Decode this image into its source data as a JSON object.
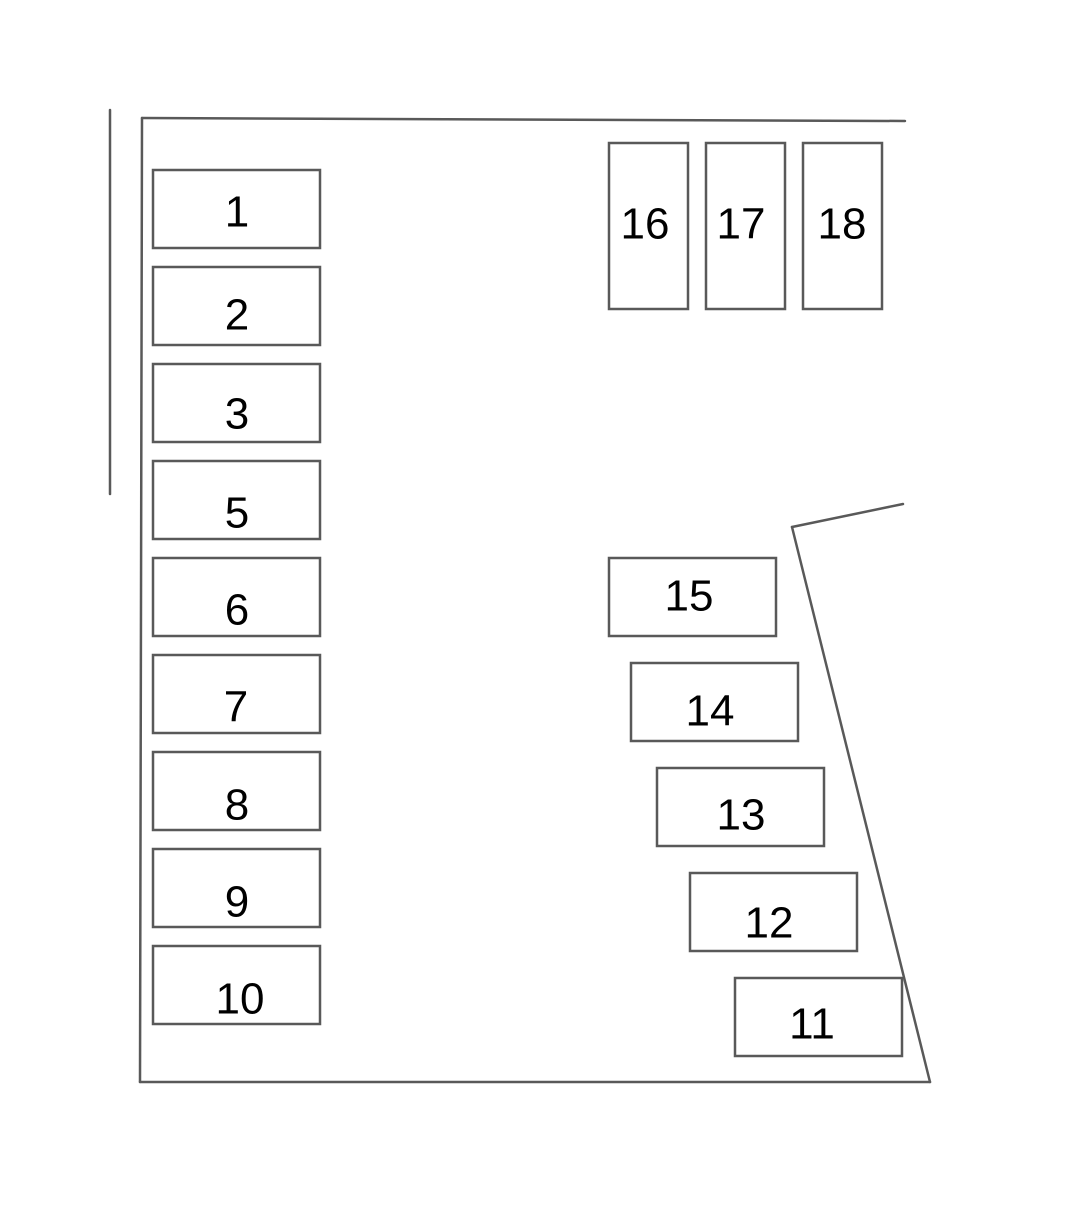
{
  "slots": {
    "s1": "1",
    "s2": "2",
    "s3": "3",
    "s5": "5",
    "s6": "6",
    "s7": "7",
    "s8": "8",
    "s9": "9",
    "s10": "10",
    "s11": "11",
    "s12": "12",
    "s13": "13",
    "s14": "14",
    "s15": "15",
    "s16": "16",
    "s17": "17",
    "s18": "18"
  },
  "colors": {
    "stroke": "#595959",
    "text": "#000000",
    "background": "#ffffff"
  }
}
